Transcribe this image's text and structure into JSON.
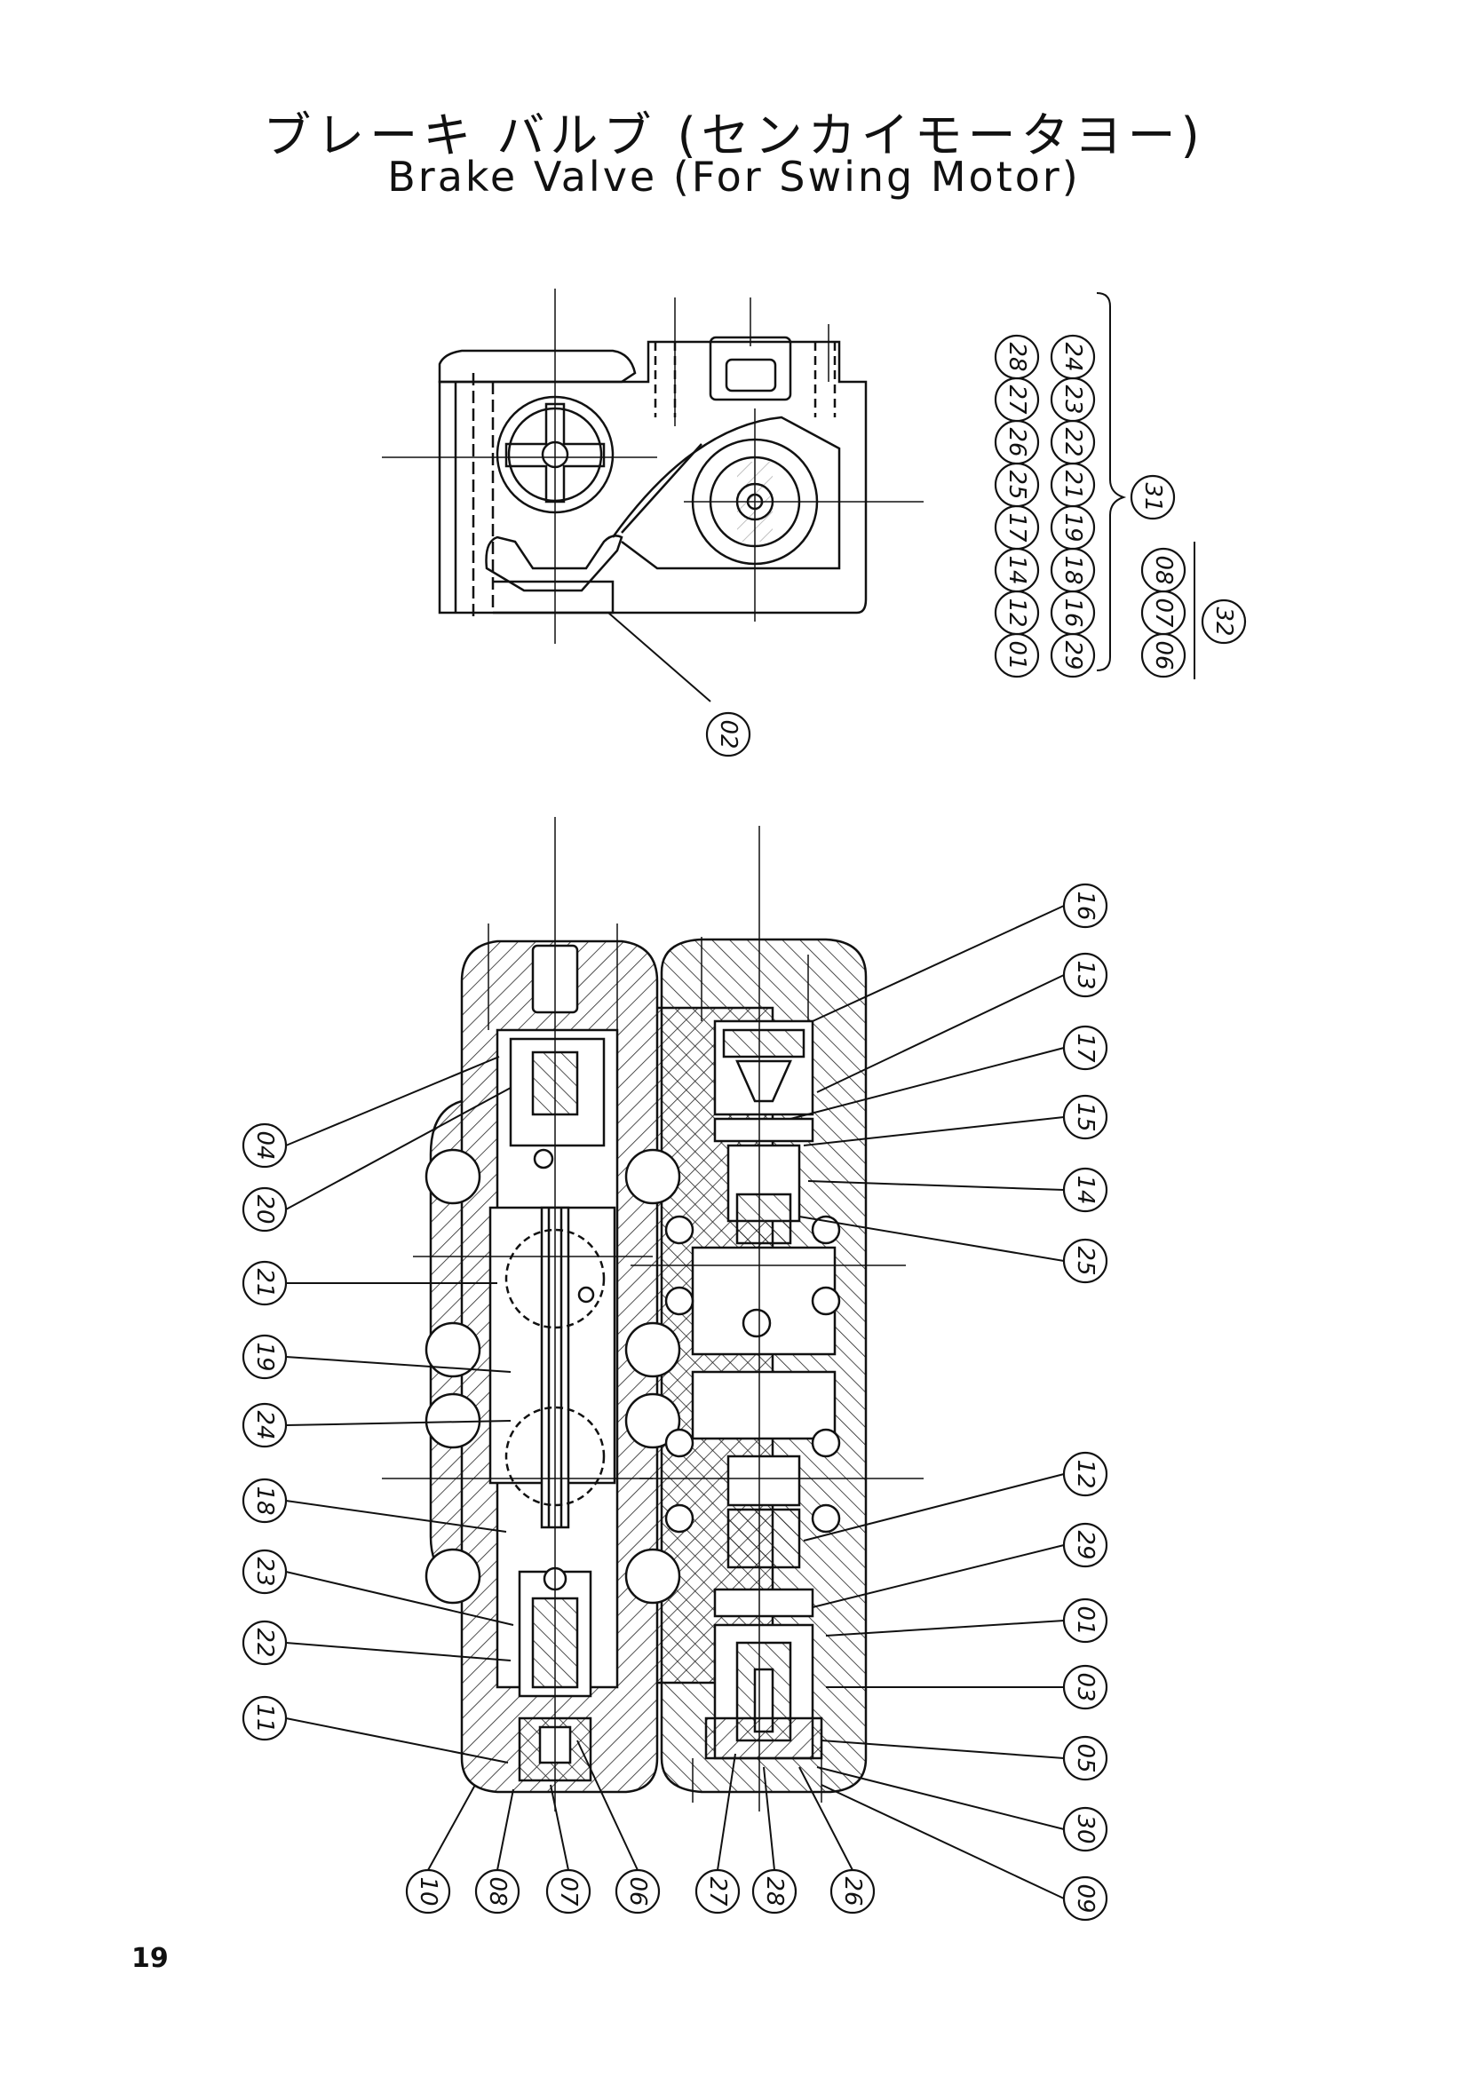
{
  "title_jp": "ブレーキ バルブ (センカイモータヨー)",
  "title_en": "Brake Valve (For Swing Motor)",
  "page_number": "19",
  "top_view_labels": [
    "02"
  ],
  "legend": {
    "group31_columns": [
      [
        "01",
        "29"
      ],
      [
        "12",
        "16"
      ],
      [
        "14",
        "18"
      ],
      [
        "17",
        "19"
      ],
      [
        "25",
        "21"
      ],
      [
        "26",
        "22"
      ],
      [
        "27",
        "23"
      ],
      [
        "28",
        "24"
      ]
    ],
    "group31_label": "31",
    "group32_items": [
      "06",
      "07",
      "08"
    ],
    "group32_label": "32"
  },
  "callouts": {
    "left": [
      "04",
      "20",
      "21",
      "19",
      "24",
      "18",
      "23",
      "22",
      "11"
    ],
    "right": [
      "16",
      "13",
      "17",
      "15",
      "14",
      "25",
      "12",
      "29",
      "01",
      "03",
      "05",
      "30",
      "09"
    ],
    "bottom": [
      "10",
      "08",
      "07",
      "06",
      "27",
      "28",
      "26"
    ]
  }
}
